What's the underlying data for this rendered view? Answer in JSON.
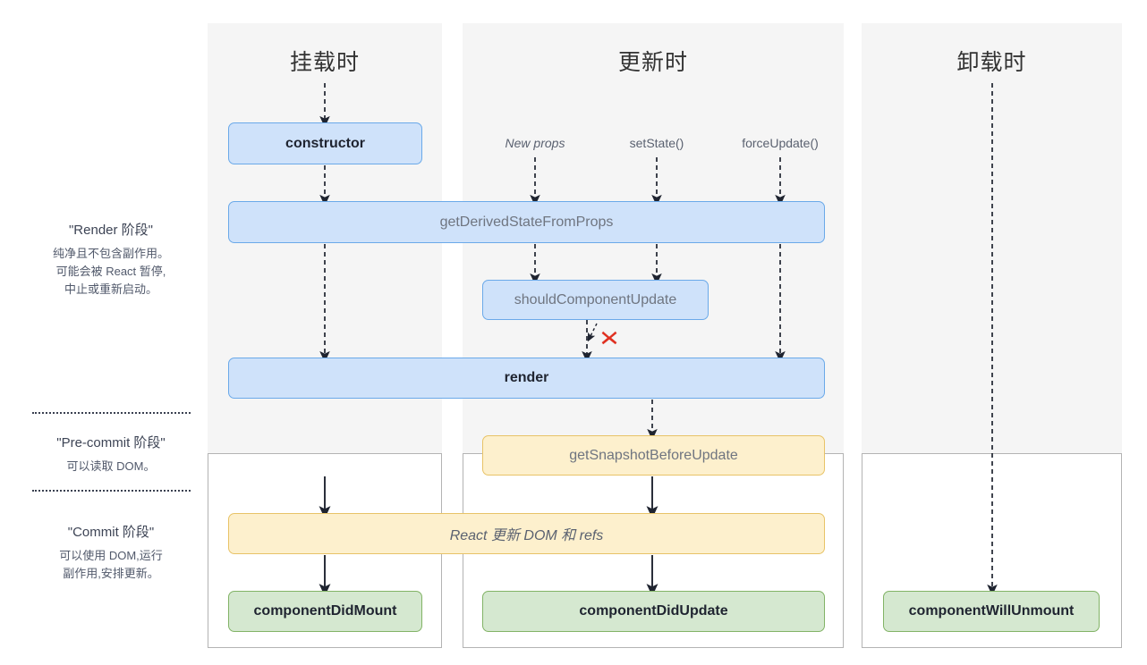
{
  "diagram": {
    "title": "React lifecycle methods diagram",
    "columns": [
      {
        "id": "mounting",
        "title": "挂载时"
      },
      {
        "id": "updating",
        "title": "更新时"
      },
      {
        "id": "unmounting",
        "title": "卸载时"
      }
    ],
    "phases": [
      {
        "id": "render-phase",
        "title": "\"Render 阶段\"",
        "lines": [
          "纯净且不包含副作用。",
          "可能会被 React 暂停,",
          "中止或重新启动。"
        ]
      },
      {
        "id": "pre-commit-phase",
        "title": "\"Pre-commit 阶段\"",
        "lines": [
          "可以读取 DOM。"
        ]
      },
      {
        "id": "commit-phase",
        "title": "\"Commit 阶段\"",
        "lines": [
          "可以使用 DOM,运行",
          "副作用,安排更新。"
        ]
      }
    ],
    "triggers": [
      {
        "id": "new-props",
        "label": "New props",
        "style": "italic"
      },
      {
        "id": "set-state",
        "label": "setState()",
        "style": "normal"
      },
      {
        "id": "force-update",
        "label": "forceUpdate()",
        "style": "normal"
      }
    ],
    "nodes": [
      {
        "id": "constructor",
        "label": "constructor",
        "color": "blue",
        "emphasis": "bold"
      },
      {
        "id": "get-derived-state",
        "label": "getDerivedStateFromProps",
        "color": "blue",
        "emphasis": "muted"
      },
      {
        "id": "should-component-update",
        "label": "shouldComponentUpdate",
        "color": "blue",
        "emphasis": "muted"
      },
      {
        "id": "render",
        "label": "render",
        "color": "blue",
        "emphasis": "bold"
      },
      {
        "id": "get-snapshot",
        "label": "getSnapshotBeforeUpdate",
        "color": "yellow",
        "emphasis": "muted"
      },
      {
        "id": "react-updates-dom",
        "label": "React 更新 DOM 和 refs",
        "color": "yellow",
        "emphasis": "italic"
      },
      {
        "id": "component-did-mount",
        "label": "componentDidMount",
        "color": "green",
        "emphasis": "bold"
      },
      {
        "id": "component-did-update",
        "label": "componentDidUpdate",
        "color": "green",
        "emphasis": "bold"
      },
      {
        "id": "component-will-unmount",
        "label": "componentWillUnmount",
        "color": "green",
        "emphasis": "bold"
      }
    ],
    "annotations": [
      {
        "id": "skip-update-x",
        "symbol": "✖",
        "color": "#e03020",
        "meaning": "shouldComponentUpdate returns false — skip render"
      }
    ],
    "colors": {
      "blue_fill": "#cfe2fa",
      "blue_stroke": "#6aa9e9",
      "yellow_fill": "#fdf0cd",
      "yellow_stroke": "#e8c367",
      "green_fill": "#d5e8d0",
      "green_stroke": "#82b366",
      "band": "#f5f5f5",
      "column_border": "#b3b3b3",
      "arrow": "#1f2430",
      "x_mark": "#e03020"
    }
  }
}
